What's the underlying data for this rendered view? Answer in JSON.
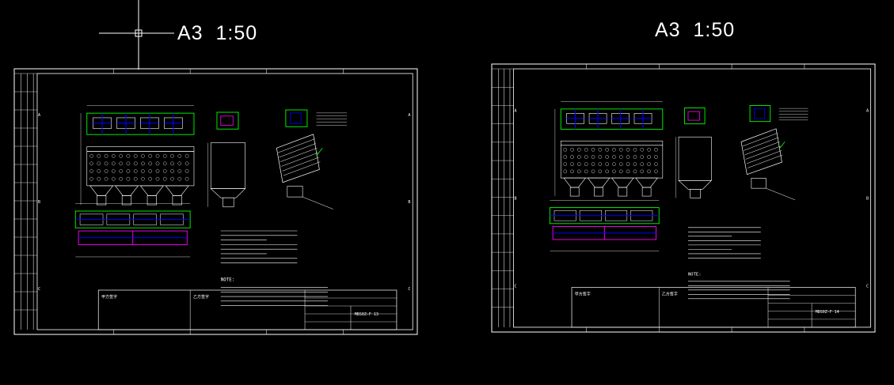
{
  "colors": {
    "background": "#000000",
    "frame": "#ffffff",
    "equipment": "#ffffff",
    "hood": "#00ff00",
    "ducting": "#0000ff",
    "magenta_box": "#ff00ff",
    "cyan_hatch": "#00ffff"
  },
  "sheets": [
    {
      "scale_label": "A3  1:50",
      "drawing_no": "MBS0Z-F 13",
      "notes_heading": "NOTE:",
      "grid_letters": [
        "A",
        "B",
        "C"
      ],
      "title_block": {
        "cell_a": "甲方签字",
        "cell_b": "乙方签字"
      }
    },
    {
      "scale_label": "A3  1:50",
      "drawing_no": "MBS0Z-F 14",
      "notes_heading": "NOTE:",
      "grid_letters": [
        "A",
        "B",
        "C"
      ],
      "title_block": {
        "cell_a": "甲方签字",
        "cell_b": "乙方签字"
      }
    }
  ],
  "cursor_icon": "crosshair-cursor-icon"
}
